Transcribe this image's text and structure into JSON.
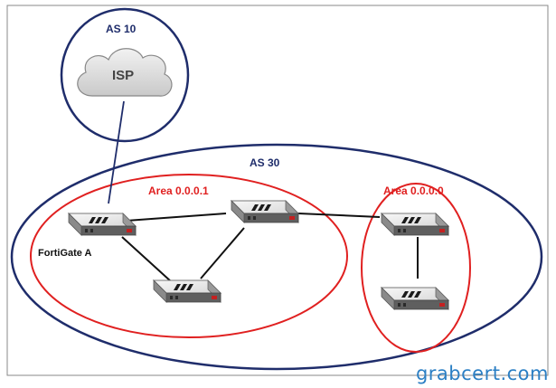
{
  "as_outer": {
    "label": "AS 30",
    "color": "#1f2d6b"
  },
  "as_isp": {
    "label": "AS 10",
    "color": "#1f2d6b"
  },
  "isp": {
    "label": "ISP"
  },
  "areas": [
    {
      "label": "Area 0.0.0.1",
      "color": "#e02020"
    },
    {
      "label": "Area 0.0.0.0",
      "color": "#e02020"
    }
  ],
  "devices": {
    "fortigate_a": {
      "label": "FortiGate A"
    }
  },
  "watermark": "grabcert.com"
}
